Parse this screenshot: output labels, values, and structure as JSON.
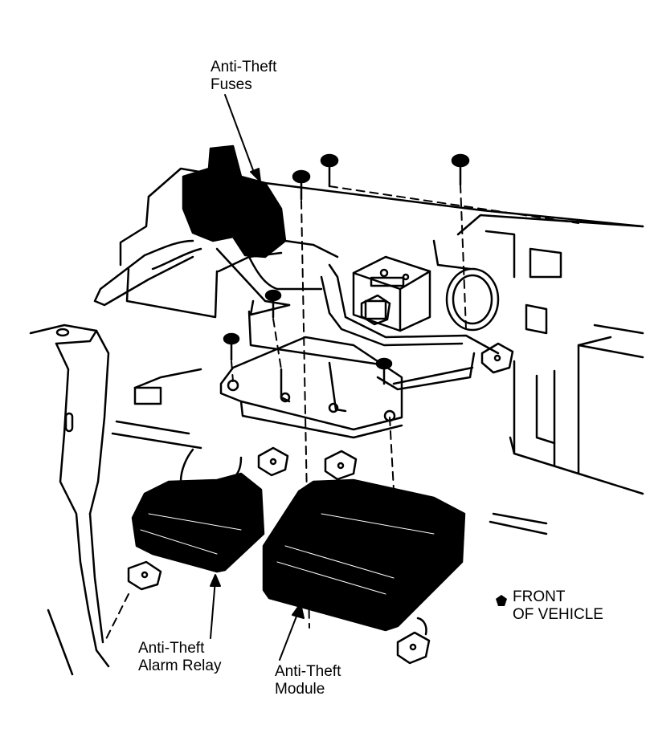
{
  "colors": {
    "ink": "#000000",
    "paper": "#ffffff"
  },
  "labels": {
    "fuses": {
      "line1": "Anti-Theft",
      "line2": "Fuses"
    },
    "relay": {
      "line1": "Anti-Theft",
      "line2": "Alarm Relay"
    },
    "module": {
      "line1": "Anti-Theft",
      "line2": "Module"
    },
    "front": {
      "line1": "FRONT",
      "line2": "OF VEHICLE"
    }
  },
  "icons": {
    "front_indicator": "pentagon-arrow-icon"
  }
}
